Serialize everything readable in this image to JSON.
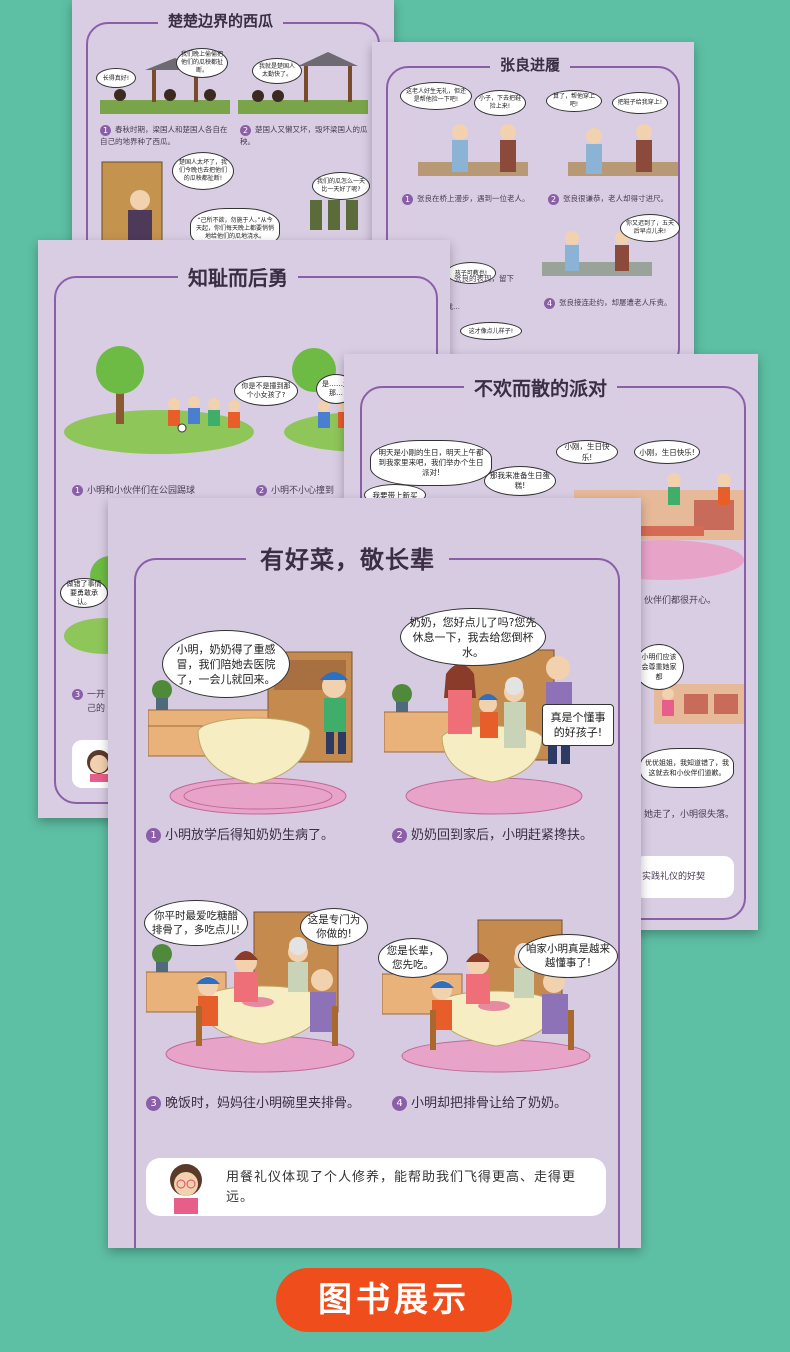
{
  "sheets": {
    "chu": {
      "title": "楚楚边界的西瓜",
      "captions": [
        "春秋时期，梁国人和楚国人各自在自己的地界种了西瓜。",
        "楚国人又懒又坏，毁坏梁国人的瓜秧。"
      ],
      "bubbles": [
        "长得真好!",
        "我们晚上偷偷把他们的瓜秧都扯断。",
        "我就是楚国人太勤快了。",
        "楚国人太坏了，我们今晚也去把他们的瓜秧都扯断!",
        "我们的瓜怎么一天比一天好了呢?",
        "“己所不欲，勿施于人。”从今天起，你们每天晚上都要悄悄地给他们的瓜地浇水。"
      ],
      "numbers": [
        "1",
        "2"
      ]
    },
    "zhang": {
      "title": "张良进履",
      "captions": [
        "张良在桥上漫步，遇到一位老人。",
        "张良很谦恭，老人却得寸进尺。",
        "张良接连赴约，却屡遭老人斥责。"
      ],
      "bubbles": [
        "这老人好生无礼，但还是帮他捡一下吧!",
        "小子，下去把鞋捡上来!",
        "算了，帮他穿上吧!",
        "把鞋子给我穿上!",
        "你又迟到了，五天后早点儿来!",
        "孩子可教也!",
        "这才像点儿样子!"
      ],
      "partial_text": [
        "张良的表现，留下",
        "我…"
      ],
      "numbers": [
        "1",
        "2",
        "4"
      ]
    },
    "zhichi": {
      "title": "知耻而后勇",
      "captions": [
        "小明和小伙伴们在公园踢球",
        "小明不小心撞到",
        "一开",
        "己的"
      ],
      "bubbles": [
        "你是不是撞到那个小女孩了?",
        "是……走那…",
        "做错了事情要勇敢承认。"
      ],
      "numbers": [
        "1",
        "2",
        "3"
      ]
    },
    "paidui": {
      "title": "不欢而散的派对",
      "captions": [
        "伙伴们都很开心。",
        "她走了，小明很失落。",
        "实践礼仪的好契"
      ],
      "bubbles": [
        "明天是小刚的生日，明天上午都到我家里来吧，我们举办个生日派对!",
        "那我来准备生日蛋糕!",
        "我要带上新买",
        "小刚，生日快乐!",
        "小刚，生日快乐!",
        "小明们应该会尊重她家都",
        "优优姐姐，我知道错了，我这就去和小伙伴们道歉。"
      ]
    },
    "main": {
      "title": "有好菜，敬长辈",
      "numbers": [
        "1",
        "2",
        "3",
        "4"
      ],
      "captions": [
        "小明放学后得知奶奶生病了。",
        "奶奶回到家后，小明赶紧搀扶。",
        "晚饭时，妈妈往小明碗里夹排骨。",
        "小明却把排骨让给了奶奶。"
      ],
      "bubbles": [
        "小明，奶奶得了重感冒，我们陪她去医院了，一会儿就回来。",
        "奶奶，您好点儿了吗?您先休息一下，我去给您倒杯水。",
        "真是个懂事的好孩子!",
        "你平时最爱吃糖醋排骨了，多吃点儿!",
        "这是专门为你做的!",
        "您是长辈，您先吃。",
        "咱家小明真是越来越懂事了!"
      ],
      "footer": "用餐礼仪体现了个人修养，能帮助我们飞得更高、走得更远。"
    }
  },
  "banner": "图书展示",
  "colors": {
    "background": "#5dbfa3",
    "sheet": "#d9cde3",
    "frame": "#8a5fa8",
    "banner": "#f04d1d",
    "carpet": "#e8a3c8",
    "tablecloth": "#f6eec2"
  }
}
